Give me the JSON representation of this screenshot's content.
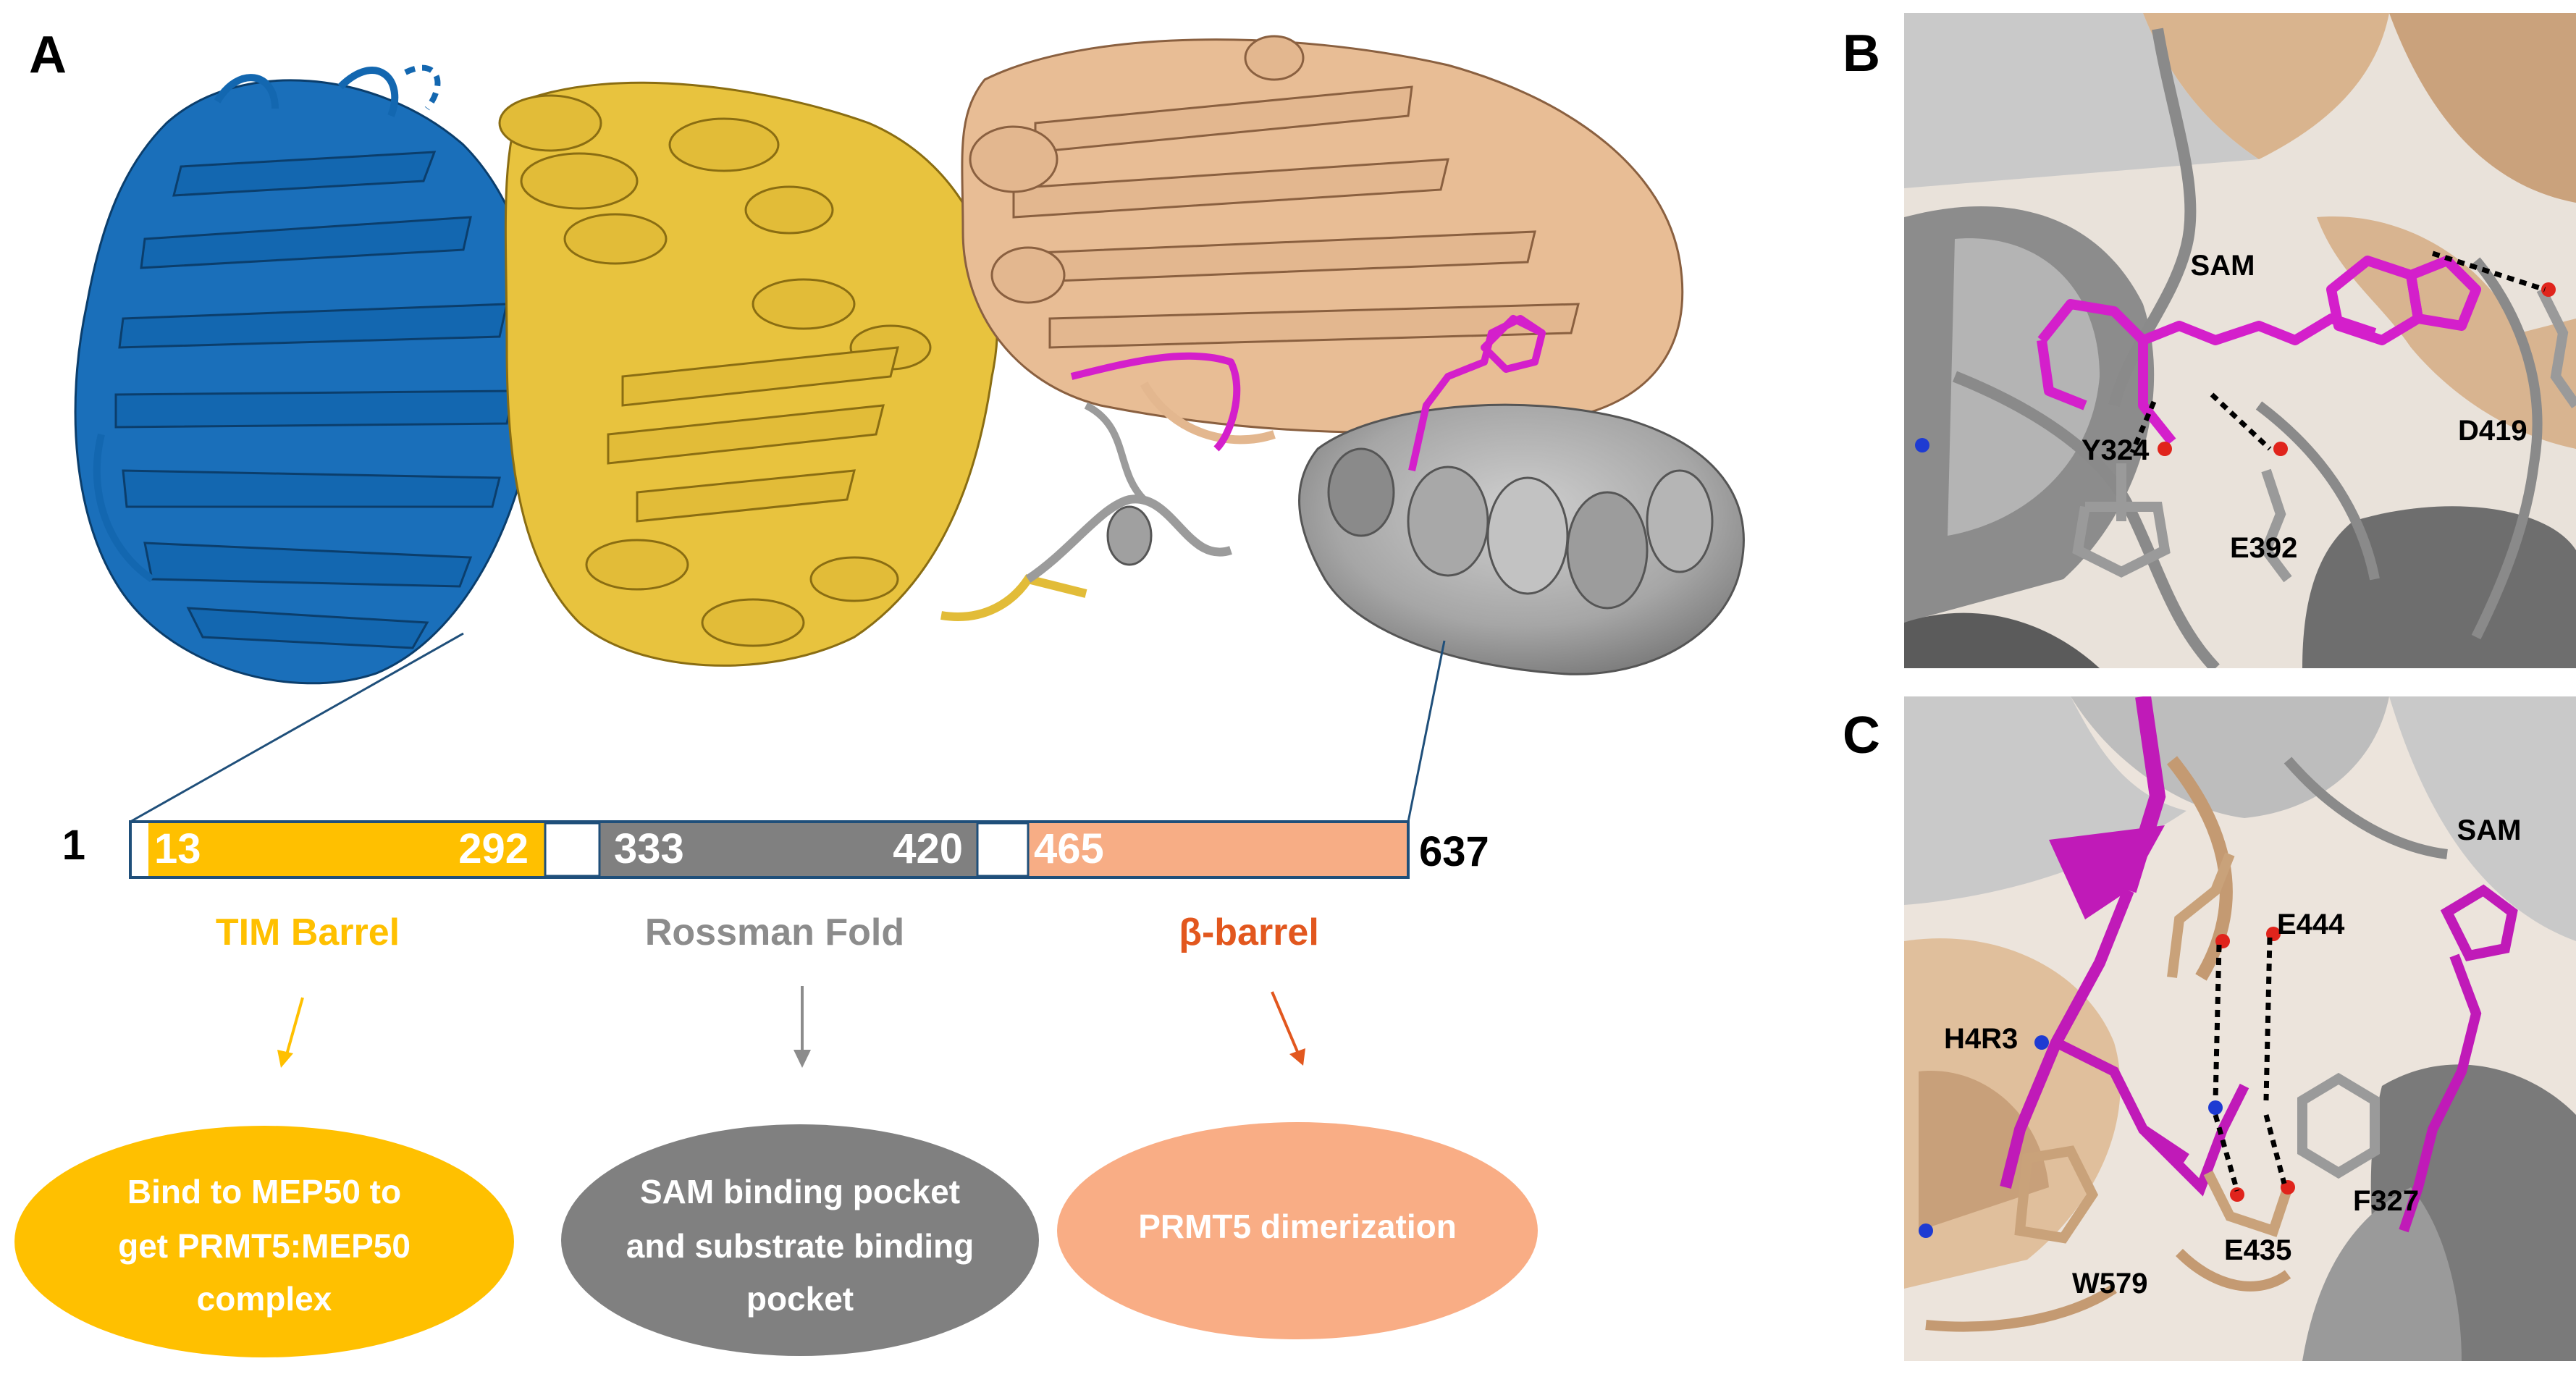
{
  "panels": {
    "a": {
      "letter": "A",
      "domain_bar": {
        "start": "1",
        "end": "637",
        "segments": [
          {
            "start": "13",
            "end": "292",
            "color": "#FFC000"
          },
          {
            "start": "333",
            "end": "420",
            "color": "#808080"
          },
          {
            "start": "465",
            "end": "",
            "color": "#F7AD85"
          }
        ]
      },
      "domains": [
        {
          "name": "TIM Barrel",
          "label_color": "#FFC000",
          "arrow_color": "#FFC000",
          "function_lines": [
            "Bind to MEP50 to",
            "get PRMT5:MEP50",
            "complex"
          ],
          "ellipse_color": "#FFC000"
        },
        {
          "name": "Rossman Fold",
          "label_color": "#8C8C8C",
          "arrow_color": "#8C8C8C",
          "function_lines": [
            "SAM binding pocket",
            "and substrate binding",
            "pocket"
          ],
          "ellipse_color": "#808080"
        },
        {
          "name": "β-barrel",
          "label_color": "#E2571E",
          "arrow_color": "#E2571E",
          "function_lines": [
            "PRMT5 dimerization"
          ],
          "ellipse_color": "#F9AD85"
        }
      ],
      "structure_colors": {
        "tim_barrel_partner": "#1367B0",
        "tim_barrel": "#E2BC38",
        "beta_barrel": "#E3B78F",
        "rossmann": "#9B9B9B",
        "ligand": "#D41FCB"
      }
    },
    "b": {
      "letter": "B",
      "labels": {
        "sam": "SAM",
        "y324": "Y324",
        "e392": "E392",
        "d419": "D419"
      }
    },
    "c": {
      "letter": "C",
      "labels": {
        "sam": "SAM",
        "e444": "E444",
        "h4r3": "H4R3",
        "f327": "F327",
        "e435": "E435",
        "w579": "W579"
      }
    }
  }
}
